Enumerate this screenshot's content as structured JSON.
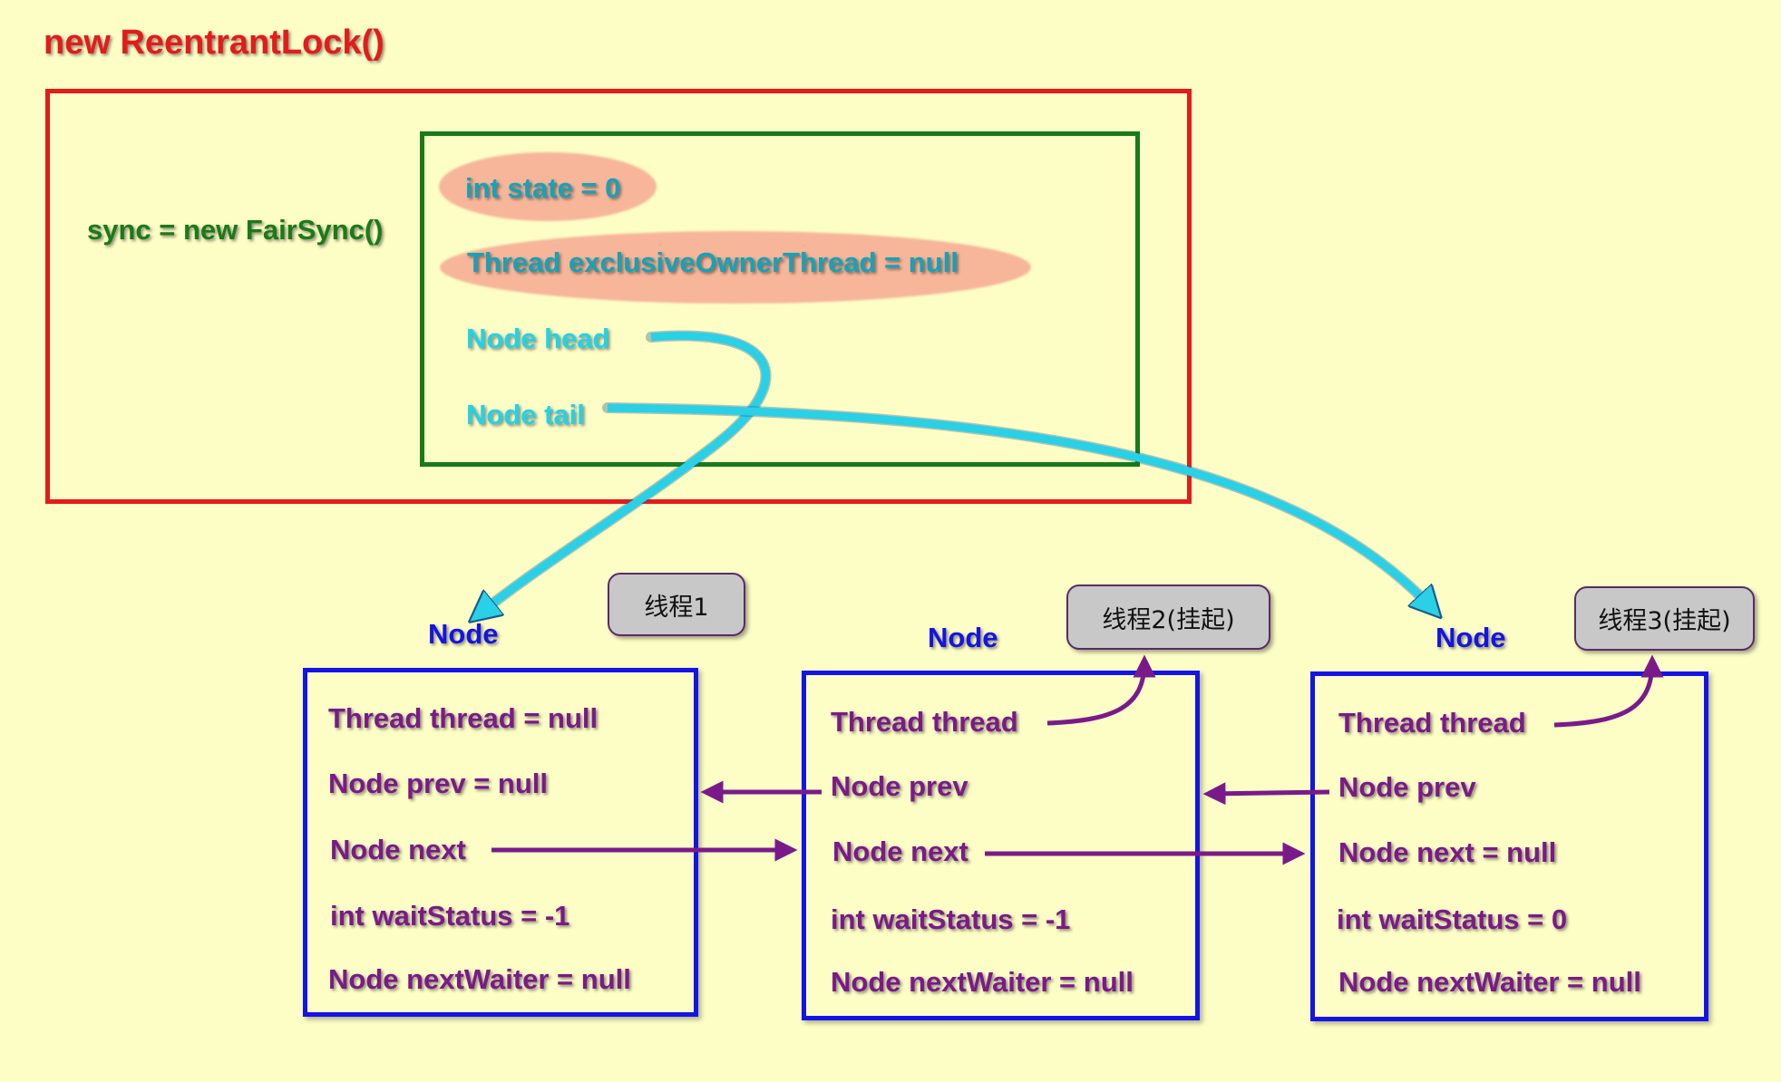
{
  "title": "new ReentrantLock()",
  "lock": {
    "sync_label": "sync = new FairSync()",
    "fields": {
      "state": "int state = 0",
      "owner": "Thread exclusiveOwnerThread  = null",
      "head": "Node head",
      "tail": "Node tail"
    }
  },
  "nodes": [
    {
      "label": "Node",
      "badge": "线程1",
      "fields": [
        "Thread thread = null",
        "Node prev = null",
        "Node next",
        "int waitStatus = -1",
        "Node nextWaiter = null"
      ]
    },
    {
      "label": "Node",
      "badge": "线程2(挂起)",
      "fields": [
        "Thread thread",
        "Node prev",
        "Node next",
        "int waitStatus = -1",
        "Node nextWaiter = null"
      ]
    },
    {
      "label": "Node",
      "badge": "线程3(挂起)",
      "fields": [
        "Thread thread",
        "Node prev",
        "Node next = null",
        "int waitStatus = 0",
        "Node nextWaiter = null"
      ]
    }
  ],
  "colors": {
    "background": "#fdfdc6",
    "lock_border": "#e41b1b",
    "sync_border": "#1a7a1a",
    "node_border": "#1414e6",
    "title": "#e41b1b",
    "sync_text": "#1a7a1a",
    "field_text": "#14a3b8",
    "pointer_text": "#22d3e6",
    "node_label": "#1414e6",
    "node_field": "#7a1a8a",
    "cyan_arrow": "#2ad0e6",
    "purple_arrow": "#7a1a8a"
  }
}
